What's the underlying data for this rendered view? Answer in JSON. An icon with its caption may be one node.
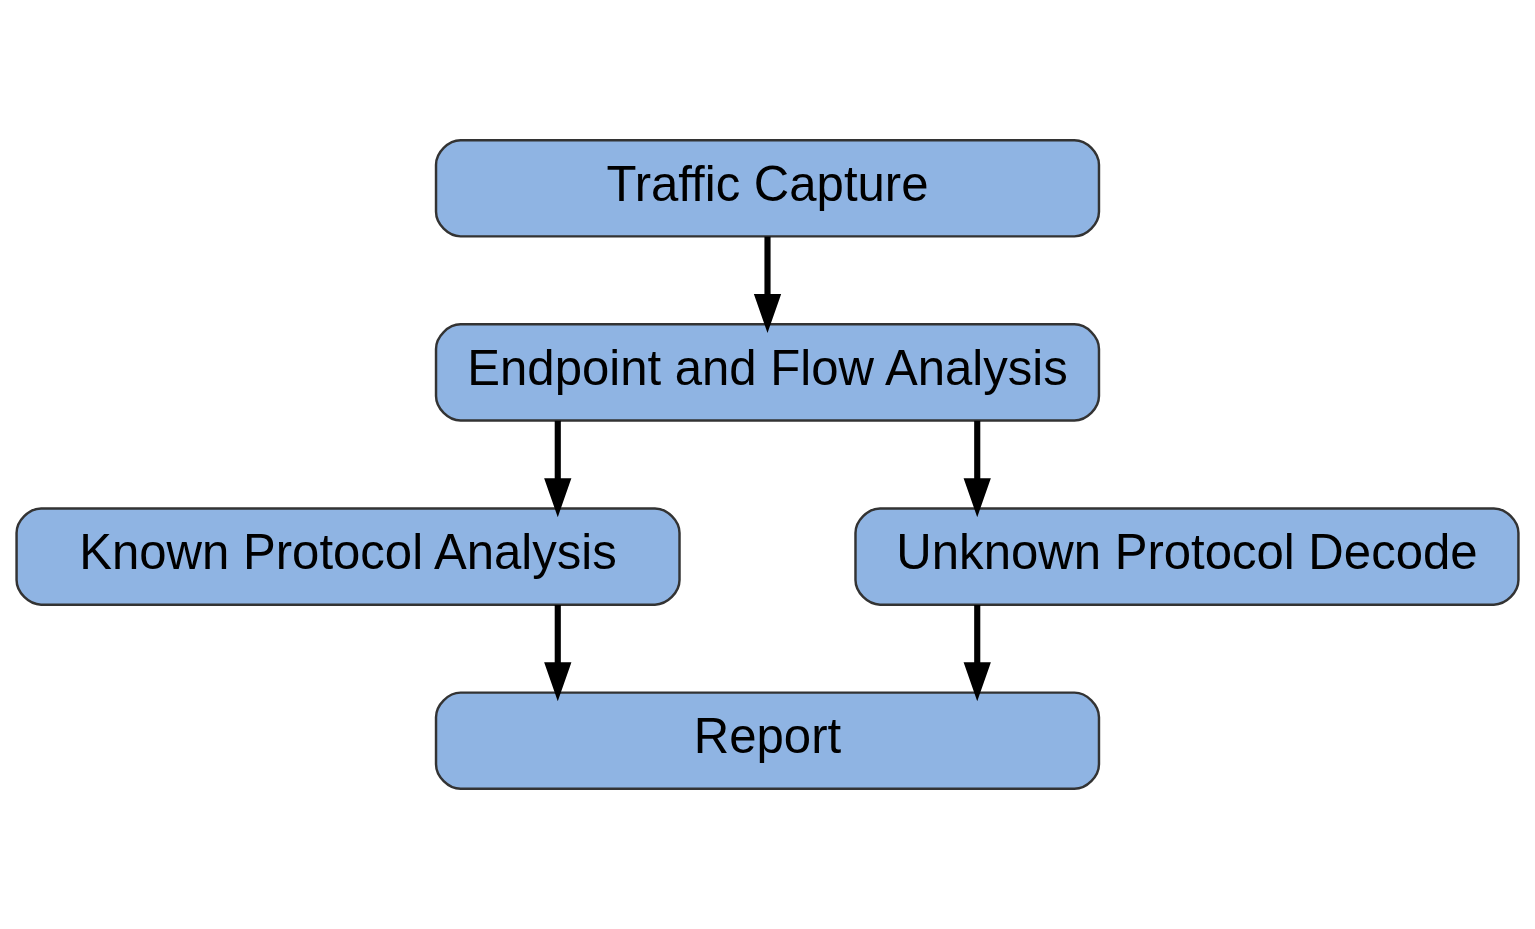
{
  "diagram": {
    "nodes": [
      {
        "text": [
          "Traffic Capture"
        ]
      },
      {
        "text": [
          "Endpoint and Flow Analysis"
        ]
      },
      {
        "text": [
          "Known Protocol Analysis"
        ]
      },
      {
        "text": [
          "Unknown Protocol Decode"
        ]
      },
      {
        "text": [
          "Report"
        ]
      }
    ],
    "edges": [
      {
        "from": 0,
        "to": 1,
        "arrow": "to"
      },
      {
        "from": 1,
        "to": 2,
        "arrow": "to"
      },
      {
        "from": 1,
        "to": 3,
        "arrow": "to"
      },
      {
        "from": 2,
        "to": 4,
        "arrow": "to"
      },
      {
        "from": 3,
        "to": 4,
        "arrow": "to"
      }
    ]
  }
}
